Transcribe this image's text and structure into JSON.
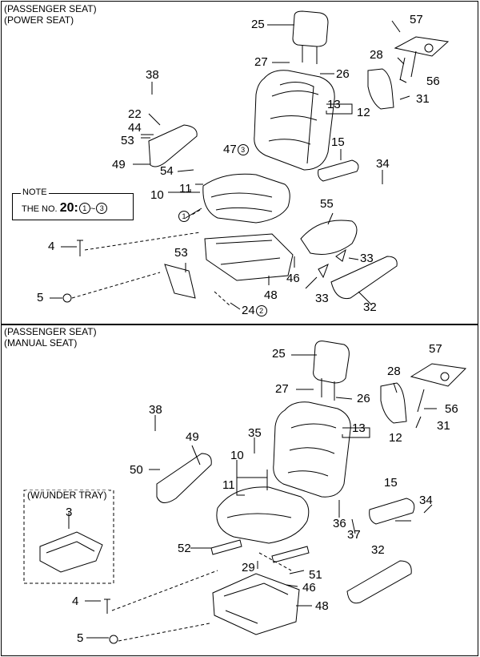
{
  "top": {
    "title_1": "(PASSENGER SEAT)",
    "title_2": "(POWER SEAT)",
    "labels": {
      "l25": "25",
      "l57": "57",
      "l27": "27",
      "l26": "26",
      "l28": "28",
      "l56": "56",
      "l38": "38",
      "l31": "31",
      "l13": "13",
      "l12": "12",
      "l22": "22",
      "l44": "44",
      "l53a": "53",
      "l47": "47",
      "l49": "49",
      "l54": "54",
      "l15": "15",
      "l34": "34",
      "l10": "10",
      "l11": "11",
      "l55": "55",
      "l4": "4",
      "l53b": "53",
      "l33a": "33",
      "l46": "46",
      "l48": "48",
      "l5": "5",
      "l33b": "33",
      "l24": "24",
      "l32": "32"
    },
    "circled": {
      "c47": "3",
      "c24": "2",
      "c1": "1"
    },
    "note": {
      "title": "NOTE",
      "prefix": "THE NO.",
      "number": "20",
      "colon": ":",
      "from": "1",
      "tilde": "~",
      "to": "3"
    }
  },
  "bottom": {
    "title_1": "(PASSENGER SEAT)",
    "title_2": "(MANUAL SEAT)",
    "labels": {
      "l25": "25",
      "l57": "57",
      "l28": "28",
      "l27": "27",
      "l26": "26",
      "l56": "56",
      "l38": "38",
      "l13": "13",
      "l12": "12",
      "l31": "31",
      "l35": "35",
      "l49": "49",
      "l10": "10",
      "l50": "50",
      "l15": "15",
      "l11": "11",
      "l34": "34",
      "l36": "36",
      "l37": "37",
      "l3": "3",
      "l52": "52",
      "l32": "32",
      "l29": "29",
      "l51": "51",
      "l46": "46",
      "l4": "4",
      "l48": "48",
      "l5": "5"
    },
    "tray_label": "(W/UNDER TRAY)"
  }
}
